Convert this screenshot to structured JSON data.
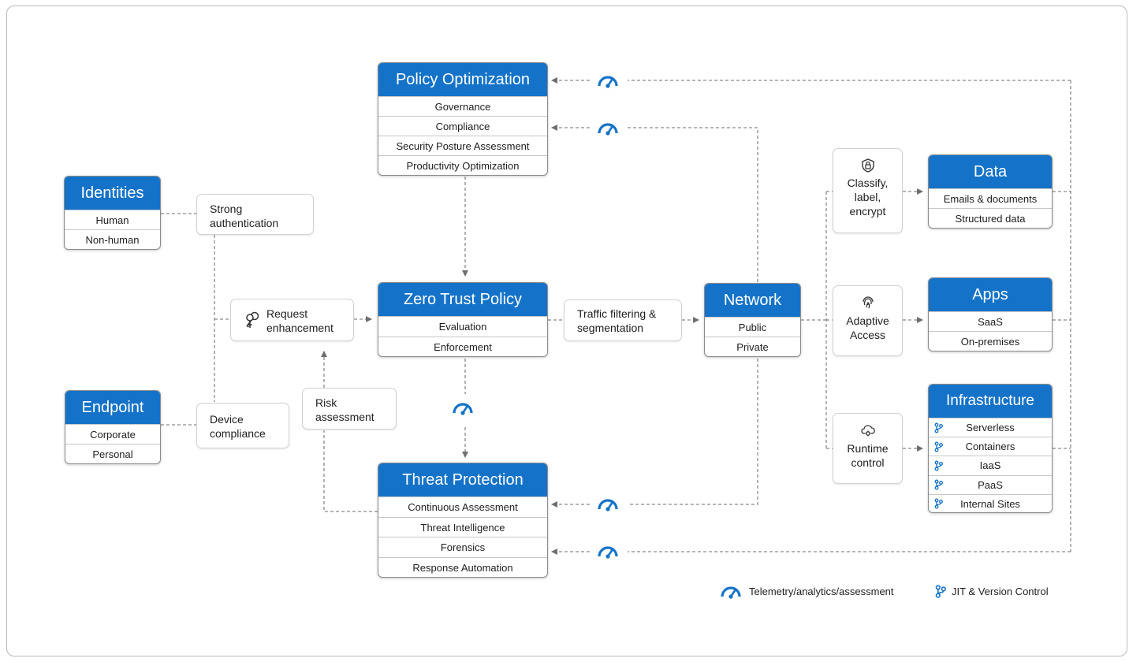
{
  "policy_optimization": {
    "title": "Policy Optimization",
    "items": [
      "Governance",
      "Compliance",
      "Security Posture Assessment",
      "Productivity Optimization"
    ]
  },
  "identities": {
    "title": "Identities",
    "items": [
      "Human",
      "Non-human"
    ]
  },
  "endpoint": {
    "title": "Endpoint",
    "items": [
      "Corporate",
      "Personal"
    ]
  },
  "zero_trust_policy": {
    "title": "Zero Trust Policy",
    "items": [
      "Evaluation",
      "Enforcement"
    ]
  },
  "threat_protection": {
    "title": "Threat Protection",
    "items": [
      "Continuous Assessment",
      "Threat Intelligence",
      "Forensics",
      "Response Automation"
    ]
  },
  "network": {
    "title": "Network",
    "items": [
      "Public",
      "Private"
    ]
  },
  "data": {
    "title": "Data",
    "items": [
      "Emails & documents",
      "Structured data"
    ]
  },
  "apps": {
    "title": "Apps",
    "items": [
      "SaaS",
      "On-premises"
    ]
  },
  "infrastructure": {
    "title": "Infrastructure",
    "items": [
      "Serverless",
      "Containers",
      "IaaS",
      "PaaS",
      "Internal Sites"
    ]
  },
  "labels": {
    "strong_auth": [
      "Strong",
      "authentication"
    ],
    "device_compliance": [
      "Device",
      "compliance"
    ],
    "request_enhancement": [
      "Request",
      "enhancement"
    ],
    "risk_assessment": [
      "Risk",
      "assessment"
    ],
    "traffic_filtering": [
      "Traffic filtering &",
      "segmentation"
    ],
    "classify": [
      "Classify,",
      "label,",
      "encrypt"
    ],
    "adaptive_access": [
      "Adaptive",
      "Access"
    ],
    "runtime_control": [
      "Runtime",
      "control"
    ]
  },
  "legend": {
    "telemetry": "Telemetry/analytics/assessment",
    "jit": "JIT & Version Control"
  },
  "colors": {
    "accent": "#1473c8",
    "line": "#7a7a7a",
    "icon": "#1473c8"
  }
}
